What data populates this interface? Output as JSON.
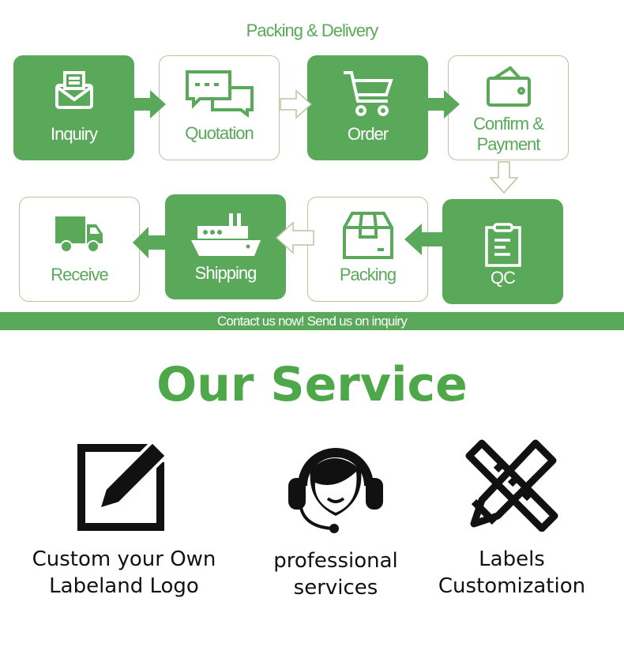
{
  "process": {
    "title": "Packing & Delivery",
    "steps": [
      {
        "label": "Inquiry",
        "icon": "envelope-icon"
      },
      {
        "label": "Quotation",
        "icon": "chat-bubbles-icon"
      },
      {
        "label": "Order",
        "icon": "shopping-cart-icon"
      },
      {
        "label": "Confirm & Payment",
        "icon": "wallet-icon"
      },
      {
        "label": "QC",
        "icon": "clipboard-icon"
      },
      {
        "label": "Packing",
        "icon": "box-icon"
      },
      {
        "label": "Shipping",
        "icon": "ship-icon"
      },
      {
        "label": "Receive",
        "icon": "truck-icon"
      }
    ],
    "cta": "Contact us now! Send us on inquiry"
  },
  "service": {
    "title": "Our Service",
    "items": [
      {
        "line1": "Custom your Own",
        "line2": "Labeland Logo",
        "icon": "edit-pencil-icon"
      },
      {
        "line1": "professional",
        "line2": "services",
        "icon": "headset-support-icon"
      },
      {
        "line1": "Labels",
        "line2": "Customization",
        "icon": "pencil-ruler-icon"
      }
    ]
  },
  "colors": {
    "green": "#5aa85a",
    "border": "#b8c4a0"
  }
}
